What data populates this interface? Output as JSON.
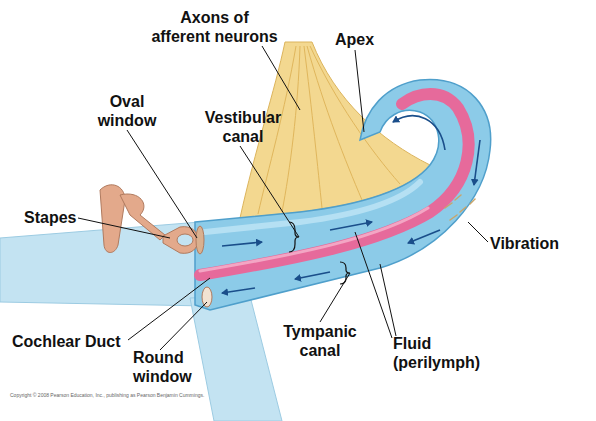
{
  "diagram": {
    "labels": [
      "Axons of afferent neurons",
      "Apex",
      "Oval window",
      "Vestibular canal",
      "Stapes",
      "Vibration",
      "Cochlear Duct",
      "Round window",
      "Tympanic canal",
      "Fluid (perilymph)",
      "Copyright © 2008 Pearson Education, Inc., publishing as Pearson Benjamin Cummings."
    ]
  }
}
